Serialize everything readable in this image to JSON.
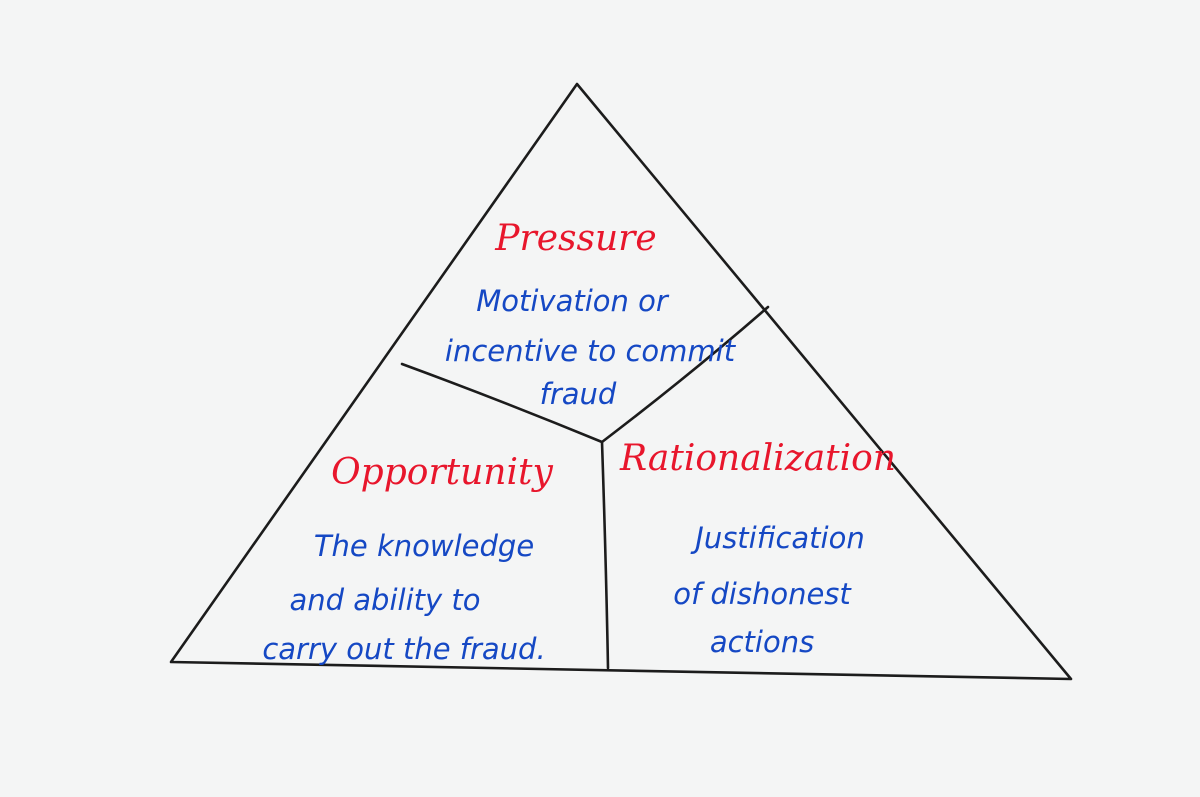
{
  "colors": {
    "paper": "#f4f5f5",
    "ink": "#1c1c1c",
    "heading": "#e8162c",
    "body": "#1548c4"
  },
  "sections": {
    "pressure": {
      "heading": "Pressure",
      "lines": [
        "Motivation or",
        "incentive to commit",
        "fraud"
      ]
    },
    "opportunity": {
      "heading": "Opportunity",
      "lines": [
        "The knowledge",
        "and ability to",
        "carry out the fraud."
      ]
    },
    "rationalization": {
      "heading": "Rationalization",
      "lines": [
        "Justification",
        "of dishonest",
        "actions"
      ]
    }
  }
}
